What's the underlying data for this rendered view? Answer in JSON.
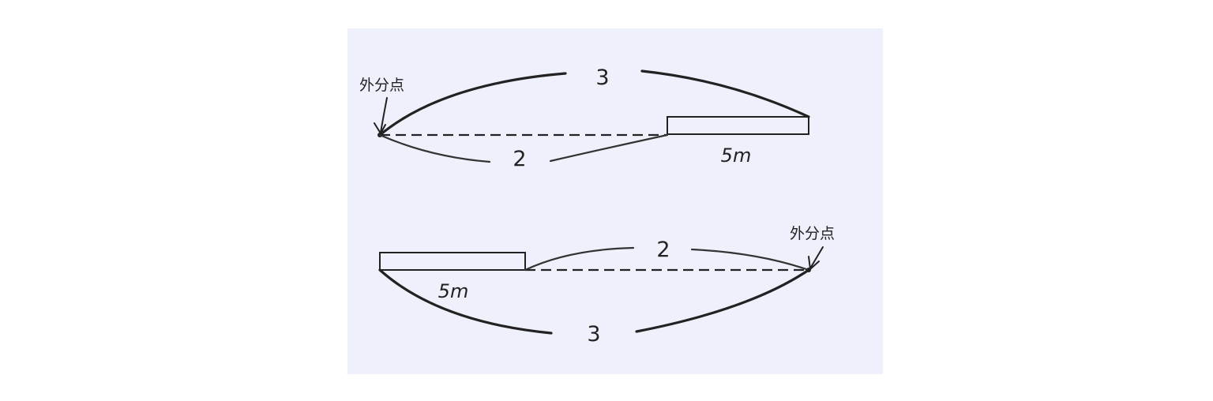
{
  "colors": {
    "panel": "#EEF1FB",
    "ink": "#222222"
  },
  "top": {
    "label_three": "3",
    "label_two": "2",
    "label_length": "5m",
    "label_point": "外分点"
  },
  "bottom": {
    "label_three": "3",
    "label_two": "2",
    "label_length": "5m",
    "label_point": "外分点"
  }
}
